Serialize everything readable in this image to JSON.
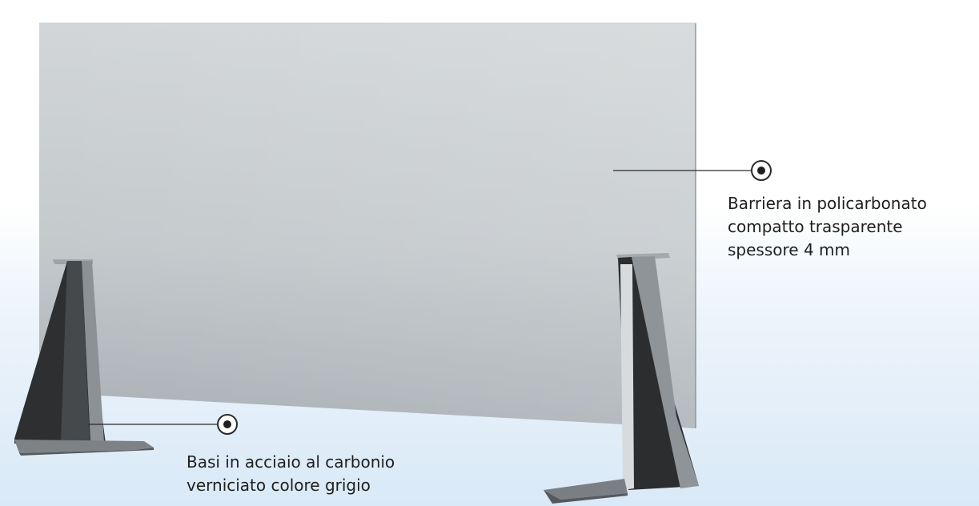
{
  "callouts": {
    "panel": {
      "lines": [
        "Barriera in policarbonato",
        "compatto trasparente",
        "spessore 4 mm"
      ]
    },
    "base": {
      "lines": [
        "Basi in acciaio al carbonio",
        "verniciato colore grigio"
      ]
    }
  },
  "colors": {
    "panel_top": "#d3d7d9",
    "panel_bottom": "#a9b0b5",
    "base_dark": "#2c2e30",
    "base_mid": "#5d6165",
    "base_light": "#8e9397",
    "leader_line": "#2a2a2a"
  }
}
